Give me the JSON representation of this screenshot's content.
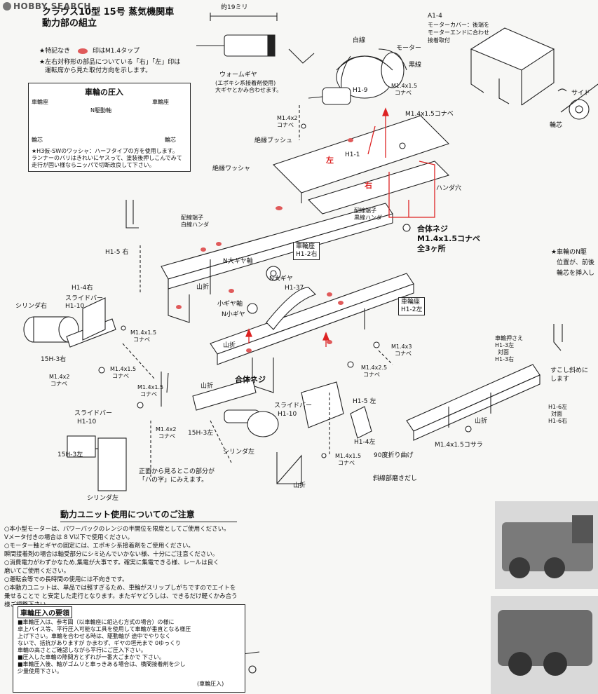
{
  "logo": "HOBBY SEARCH",
  "title": {
    "line1": "クラウス10型 15号 蒸気機関車",
    "line2": "動力部の組立"
  },
  "legend": {
    "no_mark": "★特記なき",
    "mark_note": "印はM1.4タップ",
    "mark_color": "#e05a5a",
    "note2_l1": "★左右対称形の部品についている「右」「左」印は",
    "note2_l2": "運転席から見た取付方向を示します。"
  },
  "press_box": {
    "header": "車輪の圧入",
    "wheel_seat_l": "車輪座",
    "wheel_seat_r": "車輪座",
    "axle": "N駆動軸",
    "core_l": "輪芯",
    "core_r": "輪芯",
    "note_l1": "★H3仮-SWのワッシャ：ハーフタイプの方を使用します。",
    "note_l2": "ランナーのバリはきれいにヤスって、塗装後押しこんでみて",
    "note_l3": "走行が固い様ならニッパで切断改良して下さい。"
  },
  "labels": {
    "motor_len": "約19ミリ",
    "worm_gear_l1": "ウォームギヤ",
    "worm_gear_l2": "(エポキシ系接着剤使用)",
    "worm_gear_l3": "大ギヤとかみ合わせます。",
    "white_wire": "白線",
    "motor": "モーター",
    "black_wire": "黒線",
    "a14": "A1-4",
    "motor_cover_l1": "モーターカバー：後端を",
    "motor_cover_l2": "モーターエンドに合わせ",
    "motor_cover_l3": "接着取付",
    "h19": "H1-9",
    "m14x15_top_l1": "M1.4x1.5",
    "m14x15_top_l2": "コナベ",
    "m14x15_right": "M1.4x1.5コナベ",
    "m14x2_l1": "M1.4x2",
    "m14x2_l2": "コナベ",
    "insul_bush": "絶縁ブッシュ",
    "h11": "H1-1",
    "insul_washer": "絶縁ワッシャ",
    "solder_hole": "ハンダ穴",
    "wire_term_black_l1": "配線端子",
    "wire_term_black_l2": "黒線ハンダ",
    "wire_term_white_l1": "配線端子",
    "wire_term_white_l2": "白線ハンダ",
    "body_screw_l1": "合体ネジ",
    "body_screw_l2": "M1.4x1.5コナベ",
    "body_screw_l3": "全3ヶ所",
    "wheel_seat_h12r_l1": "車輪座",
    "wheel_seat_h12r_l2": "H1-2右",
    "h15r": "H1-5 右",
    "h14r": "H1-4右",
    "slide_bar_r_l1": "スライドバー",
    "slide_bar_r_l2": "H1-10",
    "cyl_r": "シリンダ右",
    "n_big_gear_shaft": "N大ギヤ軸",
    "n_big_gear": "N大ギヤ",
    "h137": "H1-37",
    "small_gear_shaft": "小ギヤ軸",
    "n_small_gear": "N小ギヤ",
    "yamaori1": "山折",
    "wheel_seat_h12l_l1": "車輪座",
    "wheel_seat_h12l_l2": "H1-2左",
    "m14x15_mid_l1": "M1.4x1.5",
    "m14x15_mid_l2": "コナベ",
    "h15_3r": "15H-3右",
    "m14x2_b_l1": "M1.4x2",
    "m14x2_b_l2": "コナベ",
    "m14x15_b_l1": "M1.4x1.5",
    "m14x15_b_l2": "コナベ",
    "yamaori2": "山折",
    "body_screw2": "合体ネジ",
    "m14x3_l1": "M1.4x3",
    "m14x3_l2": "コナベ",
    "m14x25_l1": "M1.4x2.5",
    "m14x25_l2": "コナベ",
    "wheel_press_l1": "車輪押さえ",
    "wheel_press_l2": "H1-3左",
    "wheel_press_l3": "対面",
    "wheel_press_l4": "H1-3右",
    "slight_angle_l1": "すこし斜めに",
    "slight_angle_l2": "します",
    "h16_l1": "H1-6左",
    "h16_l2": "対面",
    "h16_l3": "H1-6右",
    "yamaori3": "山折",
    "m14x15_kosara": "M1.4x1.5コサラ",
    "slide_bar_l_l1": "スライドバー",
    "slide_bar_l_l2": "H1-10",
    "m14x2_c_l1": "M1.4x2",
    "m14x2_c_l2": "コナベ",
    "m14x15_c_l1": "M1.4x1.5",
    "m14x15_c_l2": "コナベ",
    "yamaori4": "山折",
    "h15_3l": "15H-3左",
    "slide_bar_l2_l1": "スライドバー",
    "slide_bar_l2_l2": "H1-10",
    "h15_3l_b": "15H-3左",
    "cyl_l": "シリンダ左",
    "cyl_l2": "シリンダ左",
    "front_view_l1": "正面から見るとこの部分が",
    "front_view_l2": "「ハの字」にみえます。",
    "h15l": "H1-5 左",
    "h14l": "H1-4左",
    "m14x15_d_l1": "M1.4x1.5",
    "m14x15_d_l2": "コナベ",
    "bend90": "90度折り曲げ",
    "yamaori5": "山折",
    "polish": "斜線部磨きだし",
    "side_l": "サイド",
    "core_far": "輪芯",
    "star_right_l1": "★車輪のN駆",
    "star_right_l2": "位置が、前後",
    "star_right_l3": "輪芯を挿入し"
  },
  "notes": {
    "header": "動力ユニット使用についてのご注意",
    "lines": [
      "○本小型モーターは、パワーパックのレンジの半開位を限度としてご使用ください。",
      "Vメータ付きの場合は 8 V以下で使用ください。",
      "○モーター軸とギヤの固定には、エポキシ系接着剤をご使用ください。",
      "瞬間接着剤の場合は軸受部分にシミ込んでいかない様、十分にご注意ください。",
      "○消費電力がわずかなため,集電が大事です。確実に集電できる様、レールは良く",
      "磨いてご使用ください。",
      "○運転会等での長時間の使用には不向きです。",
      "○本動力ユニットは、単品では軽すぎるため、車輪がスリップしがちですのでエイトを",
      "乗せることで と安定した走行となります。またギヤどうしは、できるだけ軽くかみ合う",
      "様ご調整下さい。"
    ]
  },
  "guide": {
    "header": "車輪圧入の要領",
    "lines": [
      "■車輪圧入は、参考図（以車輪座に組込む方式の場合）の様に",
      "卓上バイス等、平行圧入可能な工具を使用して車輪が垂直となる様圧",
      "上げ下さい。車輪を合わせる時は、駆動軸が 途中でやりなく",
      "ないで、括抗がありますが かまわず、ギヤの垣元まで 0ゆっくり",
      "車輪の高さとご確認しながら平行にご圧入下さい。",
      "■圧入した車輪の隙間方とずれが一番大ごまかで 下さい。",
      "■車輪圧入後、軸がゴムリと車っきある場合は、横間接着剤を少し",
      "少量使用下さい。"
    ],
    "cap": "(車輪圧入)"
  }
}
